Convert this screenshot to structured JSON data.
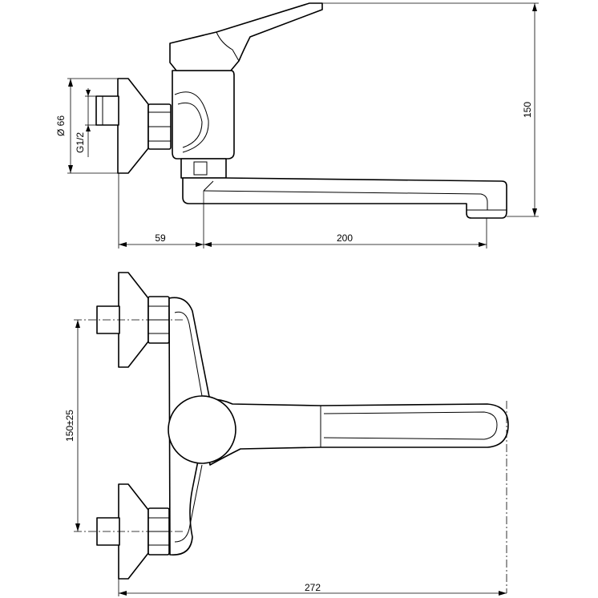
{
  "dimensions": {
    "d66": "Ø 66",
    "g12": "G1/2",
    "d59": "59",
    "d200": "200",
    "d150": "150",
    "d150tol": "150±25",
    "d272": "272"
  }
}
